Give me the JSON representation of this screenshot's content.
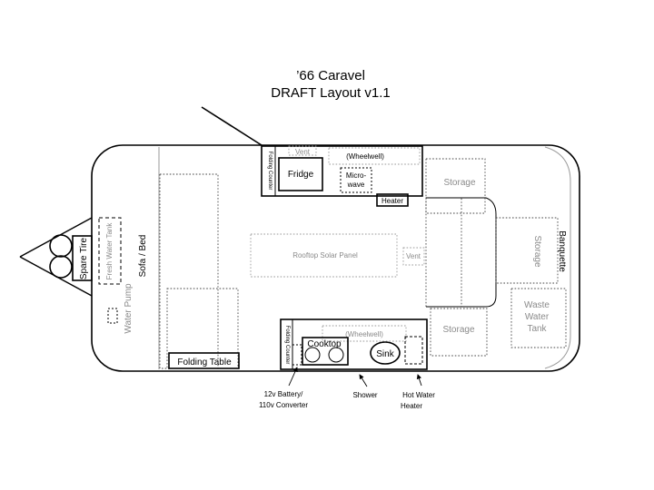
{
  "title": {
    "line1": "’66 Caravel",
    "line2": "DRAFT Layout v1.1"
  },
  "labels": {
    "spare_tire": "Spare Tire",
    "fresh_water_tank": "Fresh Water Tank",
    "water_pump": "Water Pump",
    "sofa_bed": "Sofa / Bed",
    "folding_table": "Folding Table",
    "folding_counter_top": "Folding Counter",
    "folding_counter_bottom": "Folding Counter",
    "fridge": "Fridge",
    "vent_top": "Vent",
    "wheelwell_top": "(Wheelwell)",
    "microwave_1": "Micro-",
    "microwave_2": "wave",
    "heater": "Heater",
    "rooftop_solar_panel": "Rooftop Solar Panel",
    "vent_mid": "Vent",
    "storage_top": "Storage",
    "storage_right": "Storage",
    "banquette": "Banquette",
    "waste_water_tank_1": "Waste",
    "waste_water_tank_2": "Water",
    "waste_water_tank_3": "Tank",
    "storage_bottom": "Storage",
    "wheelwell_bottom": "(Wheelwell)",
    "cooktop": "Cooktop",
    "sink": "Sink"
  },
  "callouts": {
    "battery_1": "12v Battery/",
    "battery_2": "110v Converter",
    "shower": "Shower",
    "hot_water_1": "Hot Water",
    "hot_water_2": "Heater"
  }
}
